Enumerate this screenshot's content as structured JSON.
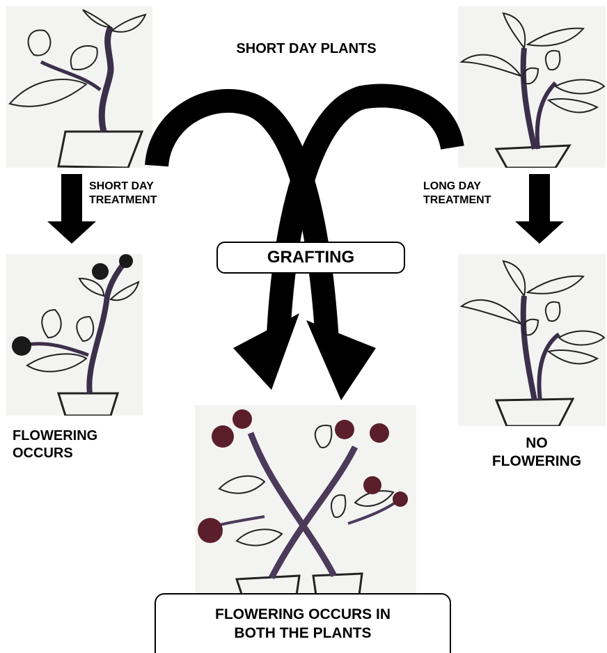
{
  "title": "SHORT DAY PLANTS",
  "left_treatment": "SHORT DAY\nTREATMENT",
  "right_treatment": "LONG DAY\nTREATMENT",
  "grafting": "GRAFTING",
  "left_result": "FLOWERING\nOCCURS",
  "right_result": "NO\nFLOWERING",
  "bottom_result": "FLOWERING OCCURS IN\nBOTH THE PLANTS",
  "colors": {
    "ink": "#000000",
    "flower": "#5a1f2a",
    "stem": "#4b3a5a",
    "paper": "#f3f3f1"
  }
}
